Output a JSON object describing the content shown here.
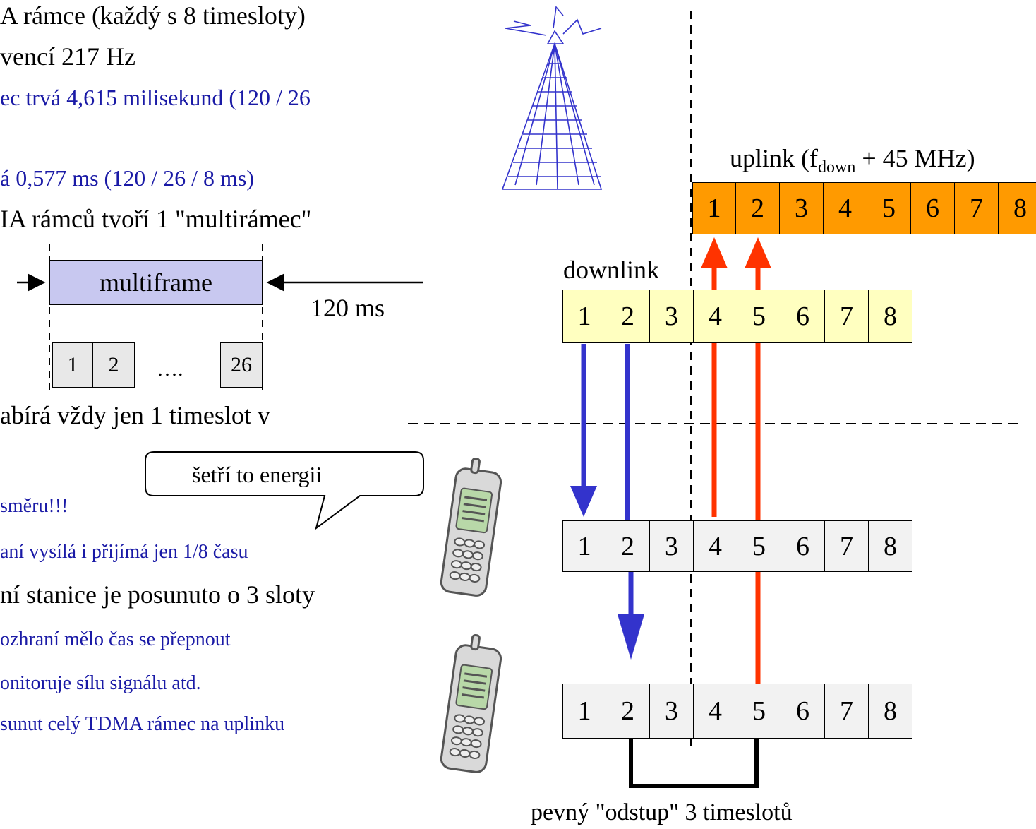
{
  "left_text": {
    "line1": "A rámce (každý s 8 timesloty)",
    "line2": "vencí 217 Hz",
    "line3": "ec trvá 4,615 milisekund (120 / 26",
    "line4": "á  0,577 ms (120 / 26 / 8 ms)",
    "line5": "IA rámců tvoří 1 \"multirámec\"",
    "line6": "abírá vždy jen 1 timeslot v",
    "line7": " směru!!!",
    "line8": "aní vysílá  i přijímá jen 1/8 času",
    "line9": "ní stanice je posunuto o 3 sloty",
    "line10": "ozhraní mělo čas se přepnout",
    "line11": "onitoruje sílu signálu atd.",
    "line12": "sunut celý TDMA rámec na uplinku"
  },
  "multiframe": {
    "label": "multiframe",
    "duration": "120 ms",
    "frames": [
      "1",
      "2",
      "….",
      "26"
    ]
  },
  "callout": {
    "text": "šetří to energii"
  },
  "uplink": {
    "label_main": "uplink (f",
    "label_sub": "down",
    "label_rest": " + 45 MHz)",
    "slots": [
      "1",
      "2",
      "3",
      "4",
      "5",
      "6",
      "7",
      "8"
    ]
  },
  "downlink": {
    "label": "downlink",
    "slots": [
      "1",
      "2",
      "3",
      "4",
      "5",
      "6",
      "7",
      "8"
    ]
  },
  "mobile1": {
    "slots": [
      "1",
      "2",
      "3",
      "4",
      "5",
      "6",
      "7",
      "8"
    ]
  },
  "mobile2": {
    "slots": [
      "1",
      "2",
      "3",
      "4",
      "5",
      "6",
      "7",
      "8"
    ]
  },
  "offset_label": "pevný \"odstup\" 3 timeslotů",
  "colors": {
    "uplink_fill": "#ff9a00",
    "downlink_fill": "#ffffc0",
    "mobile_fill": "#f2f2f2",
    "multiframe_fill": "#c8c8f0",
    "downlink_arrow": "#3333cc",
    "uplink_arrow": "#ff3300",
    "blue_text": "#1a1aa6"
  }
}
